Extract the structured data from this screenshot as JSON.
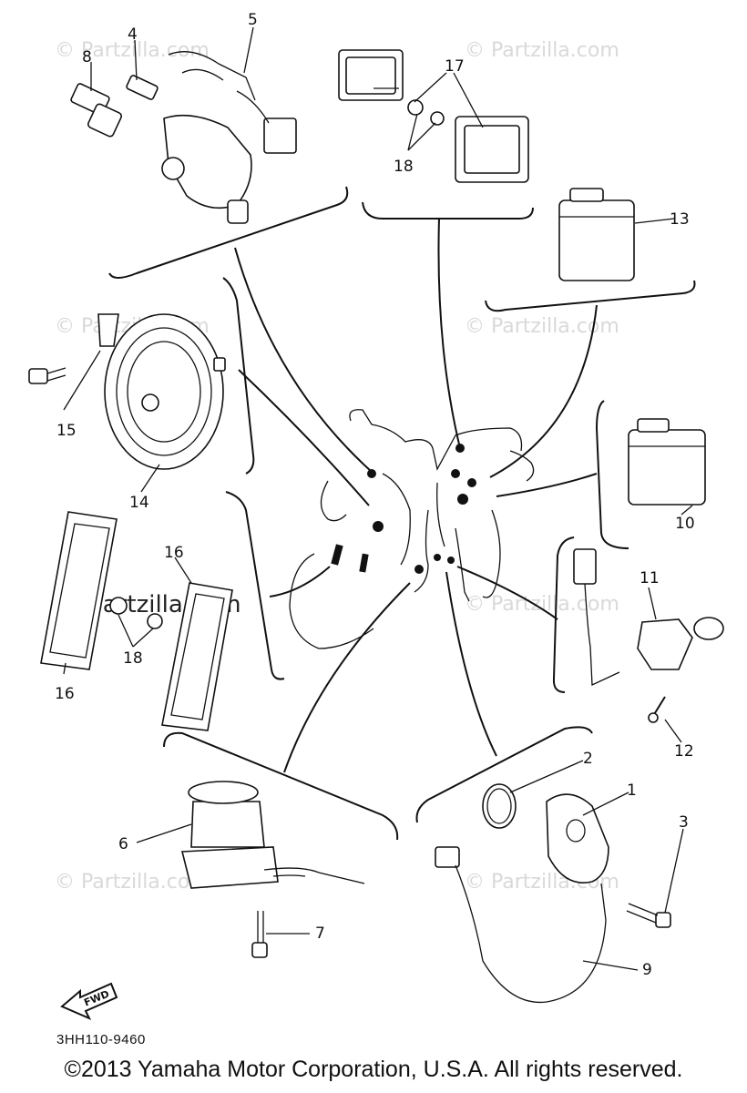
{
  "callouts": {
    "p1": "1",
    "p2": "2",
    "p3": "3",
    "p4": "4",
    "p5": "5",
    "p6": "6",
    "p7": "7",
    "p8": "8",
    "p9": "9",
    "p10": "10",
    "p11": "11",
    "p12": "12",
    "p13": "13",
    "p14": "14",
    "p15": "15",
    "p16a": "16",
    "p16b": "16",
    "p17": "17",
    "p18a": "18",
    "p18b": "18"
  },
  "watermark": {
    "text": "© Partzilla.com",
    "big_text": "© partzilla.com"
  },
  "forward_arrow": {
    "label": "FWD"
  },
  "diagram_code": "3HH110-9460",
  "copyright": "©2013 Yamaha Motor Corporation, U.S.A. All rights reserved."
}
